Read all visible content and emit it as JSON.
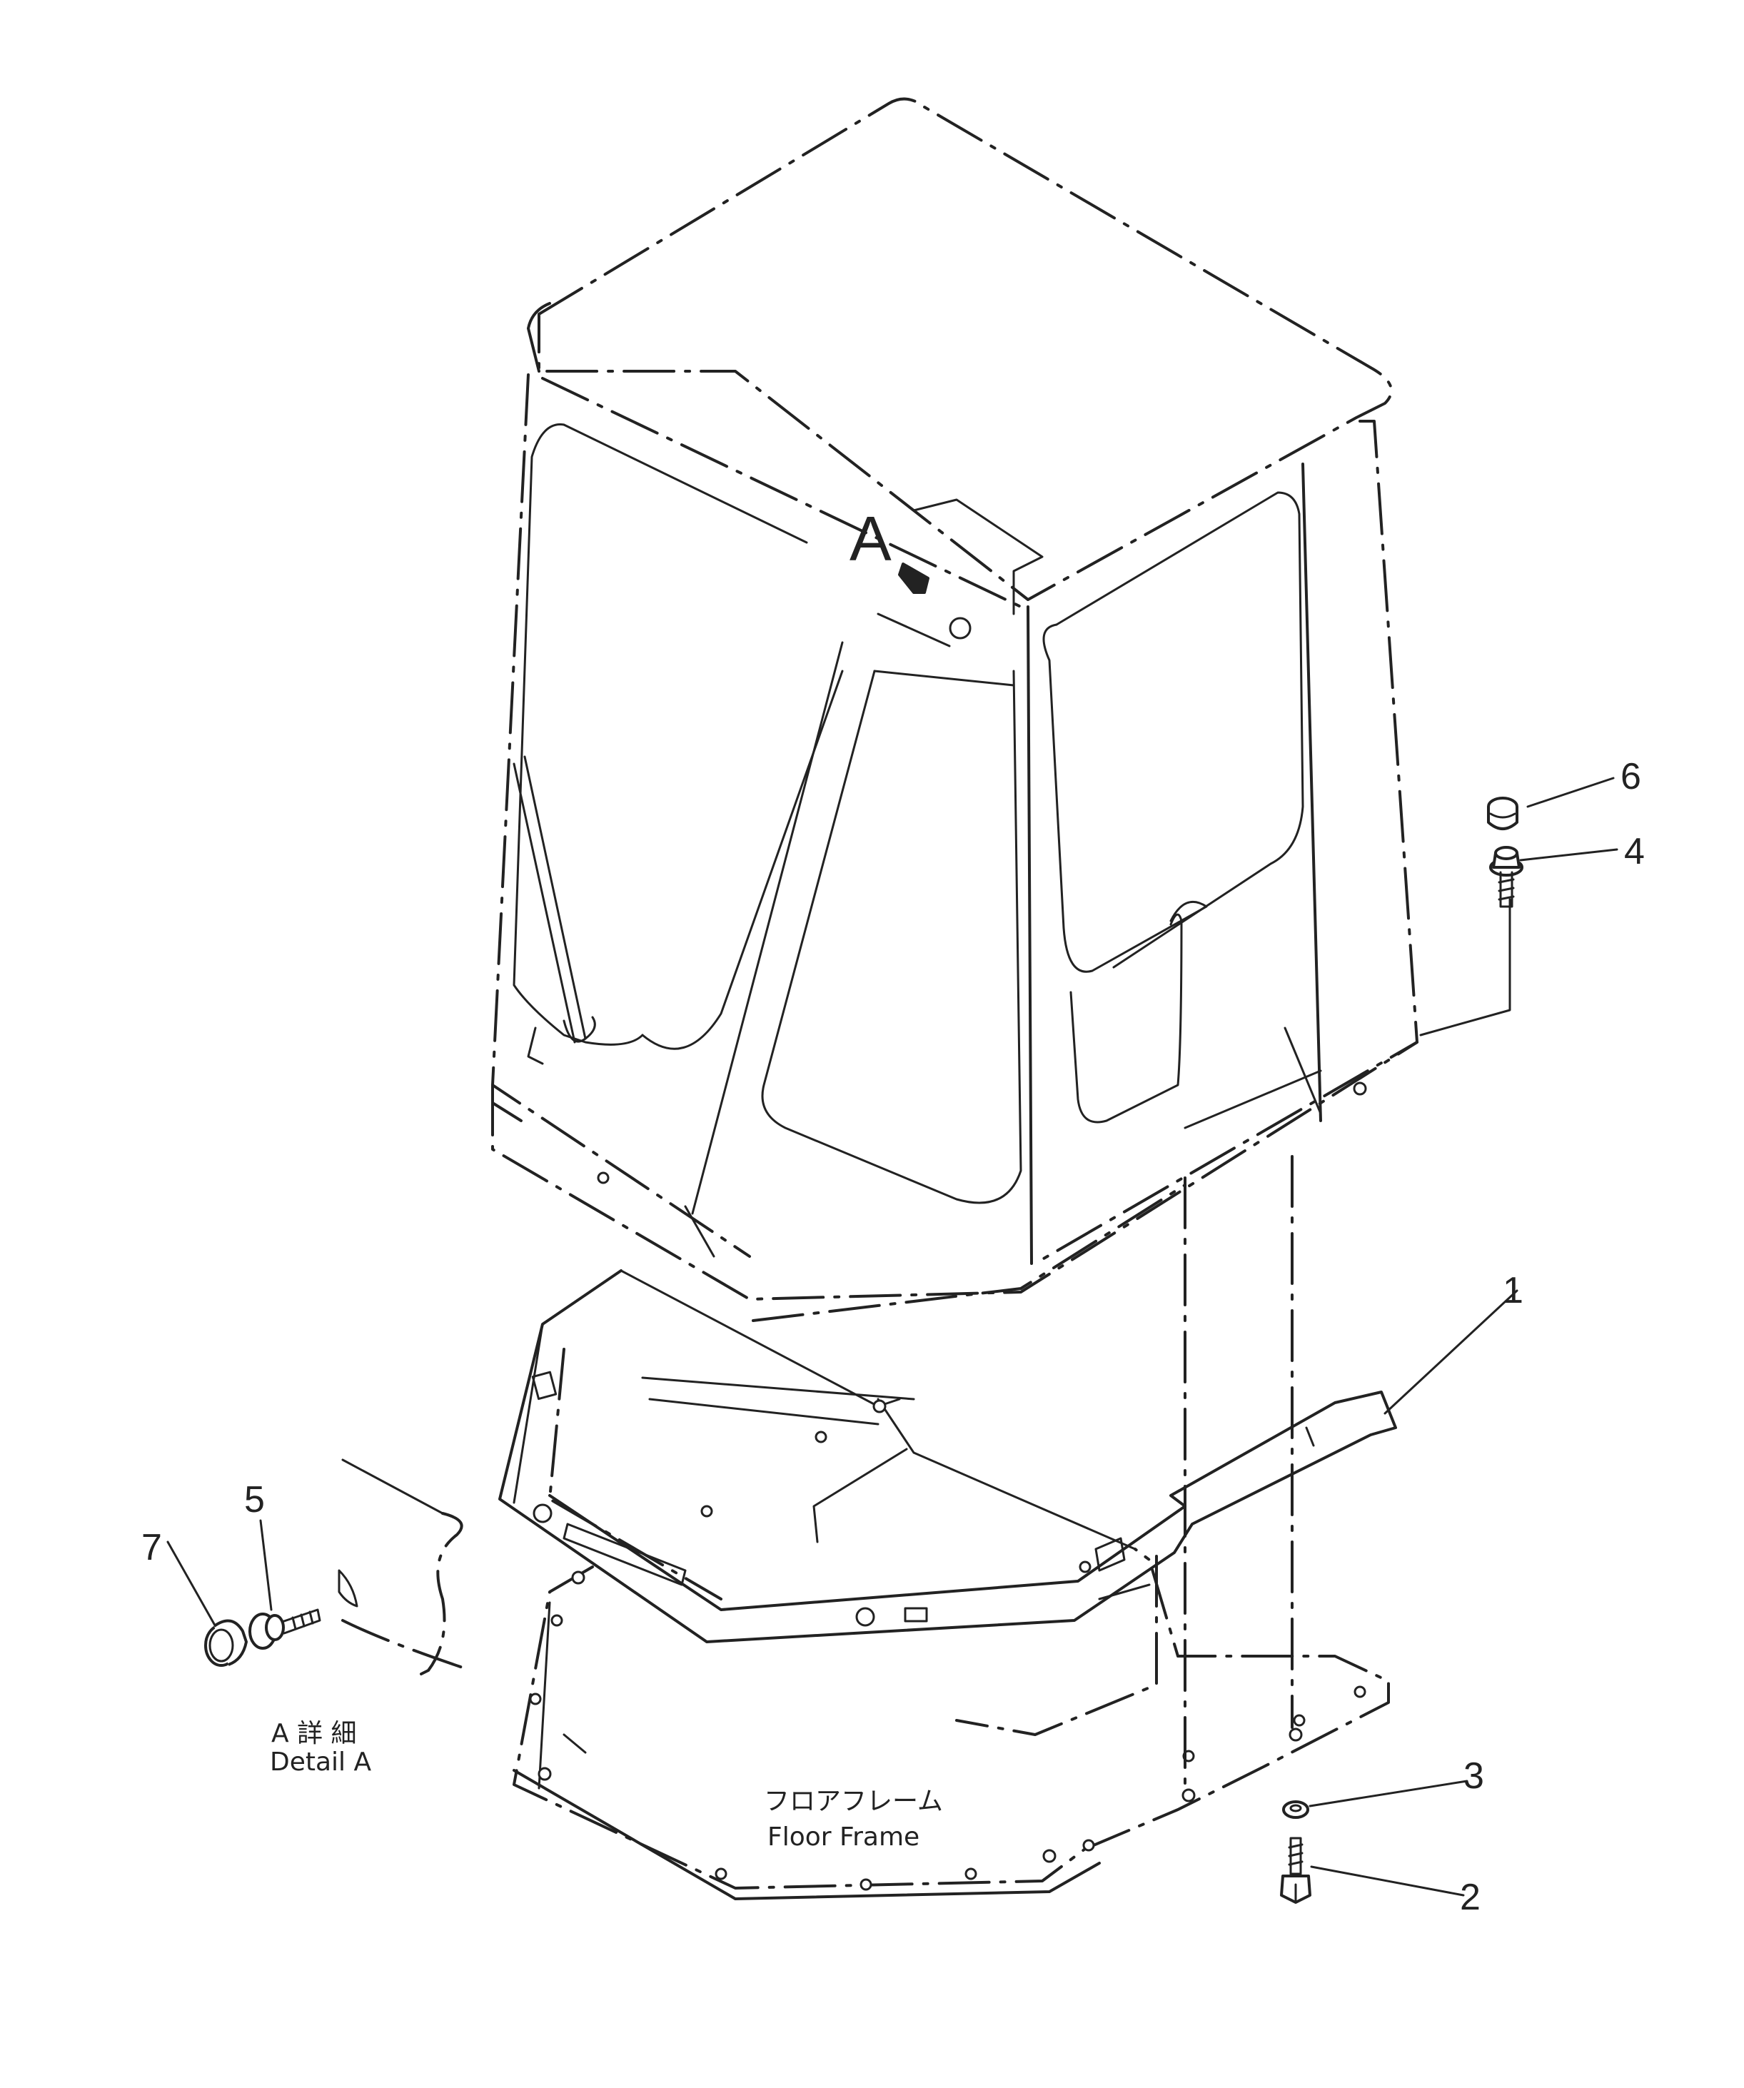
{
  "view_label": "A",
  "callouts": [
    {
      "id": "1",
      "label": "1"
    },
    {
      "id": "2",
      "label": "2"
    },
    {
      "id": "3",
      "label": "3"
    },
    {
      "id": "4",
      "label": "4"
    },
    {
      "id": "5",
      "label": "5"
    },
    {
      "id": "6",
      "label": "6"
    },
    {
      "id": "7",
      "label": "7"
    }
  ],
  "detail": {
    "label_jp": "A 詳 細",
    "label_en": "Detail A"
  },
  "floor_frame": {
    "label_jp": "フロアフレーム",
    "label_en": "Floor Frame"
  }
}
